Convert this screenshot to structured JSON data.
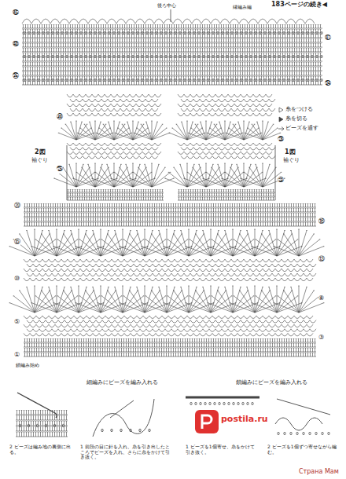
{
  "diagram": {
    "labels": [
      "183ページの続き◀",
      "縁編み編",
      "後ろ中心",
      "㊺",
      "㊵",
      "㉟",
      "㉚",
      "㉕",
      "⑳",
      "⑮",
      "⑩",
      "⑤",
      "①",
      "㊶",
      "㉞",
      "㉘",
      "㉓",
      "⑱",
      "⑬",
      "⑧",
      "③",
      "2図",
      "袖ぐり",
      "1図",
      "袖ぐり",
      "鎖編み始め",
      "細編みにビーズを編み入れる",
      "鎖編みにビーズを編み入れる",
      "2 ビーズは編み地の裏側に出る。",
      "1 前段の目に針を入れ、糸を引き出したところでビーズを入れ、さらに糸をかけて引き抜く。",
      "1 ビーズを1個寄せ、糸をかけて引き抜く。",
      "2 ビーズを1個ずつ寄せながら編む。",
      "postila.ru",
      "Страна Мам"
    ],
    "legend": [
      {
        "text": "糸をつける"
      },
      {
        "text": "糸を切る"
      },
      {
        "text": "ビーズを通す"
      }
    ]
  }
}
